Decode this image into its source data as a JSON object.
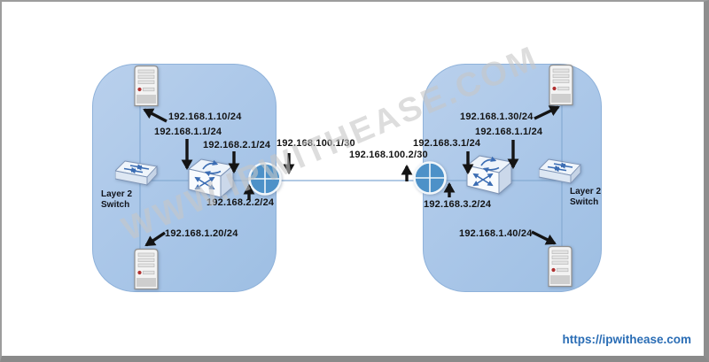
{
  "watermark": "WWW.IPWITHEASE.COM",
  "footer": {
    "link": "https://ipwithease.com"
  },
  "colors": {
    "site_fill": "#a9c6e8",
    "site_border": "#8fb2da",
    "link_line": "#85abd3",
    "router_fill": "#4d91c8",
    "switch_arrow_blue": "#3a6cb3",
    "label_text": "#141414",
    "url_text": "#2a6db5",
    "watermark_gray": "#c6c6c6",
    "server_led_red": "#b03030"
  },
  "wan": {
    "left_ip": "192.168.100.1/30",
    "right_ip": "192.168.100.2/30"
  },
  "left_site": {
    "server_top_ip": "192.168.1.10/24",
    "gateway_ip": "192.168.1.1/24",
    "l3_uplink_ip": "192.168.2.1/24",
    "router_link_ip": "192.168.2.2/24",
    "server_bottom_ip": "192.168.1.20/24",
    "switch_label_line1": "Layer 2",
    "switch_label_line2": "Switch"
  },
  "right_site": {
    "server_top_ip": "192.168.1.30/24",
    "gateway_ip": "192.168.1.1/24",
    "l3_uplink_ip": "192.168.3.1/24",
    "router_link_ip": "192.168.3.2/24",
    "server_bottom_ip": "192.168.1.40/24",
    "switch_label_line1": "Layer 2",
    "switch_label_line2": "Switch"
  }
}
